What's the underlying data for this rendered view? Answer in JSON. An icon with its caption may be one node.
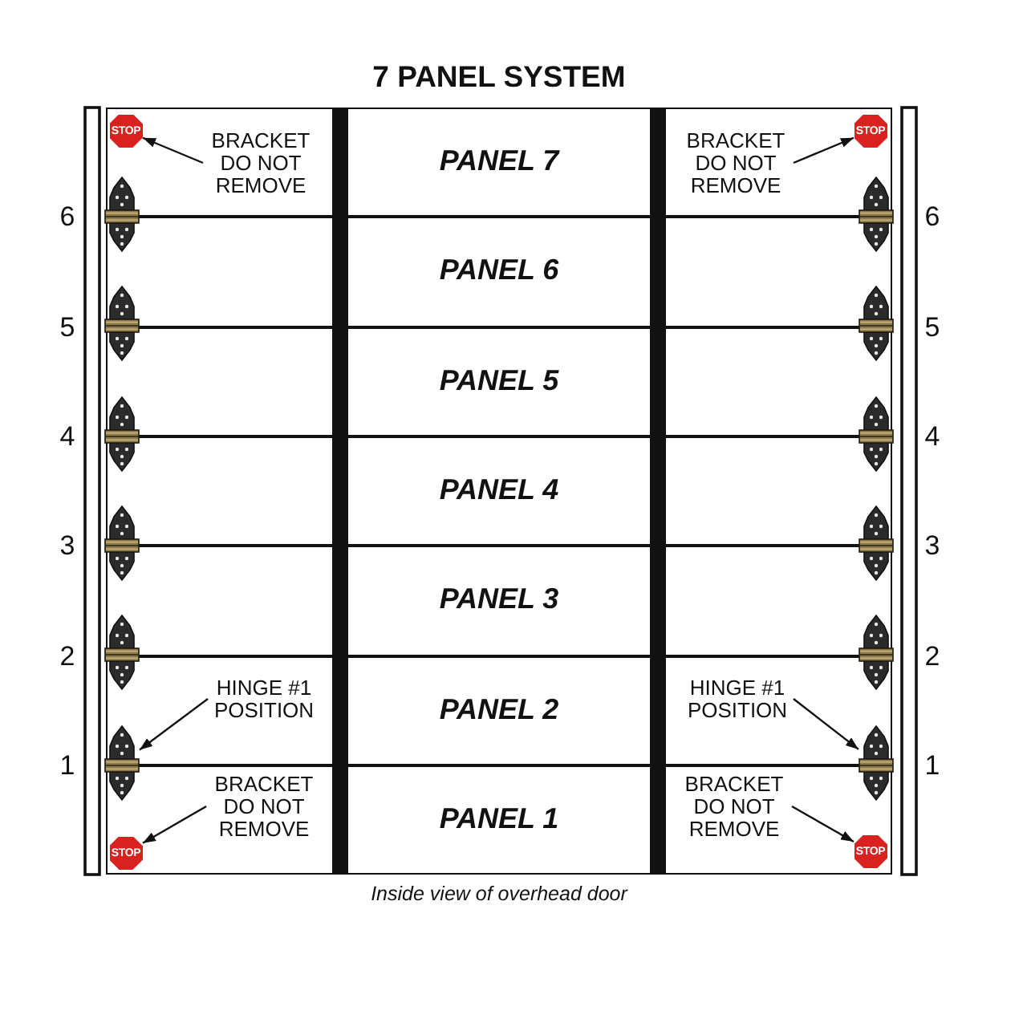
{
  "diagram": {
    "title": "7 PANEL SYSTEM",
    "caption": "Inside view of overhead door",
    "nodes": [
      {
        "text": [
          "PANEL 7"
        ]
      },
      {
        "text": [
          "STOP"
        ],
        "in": 0
      },
      {
        "text": [
          "BRACKET DO NOT REMOVE"
        ],
        "in": 0
      },
      {
        "text": [
          "BRACKET DO NOT REMOVE"
        ],
        "in": 0
      },
      {
        "text": [
          "STOP"
        ],
        "in": 0
      },
      {
        "text": [
          "PANEL 6"
        ]
      },
      {
        "text": [
          "PANEL 5"
        ]
      },
      {
        "text": [
          "PANEL 4"
        ]
      },
      {
        "text": [
          "PANEL 3"
        ]
      },
      {
        "text": [
          "PANEL 2"
        ]
      },
      {
        "text": [
          "HINGE #1 POSITION"
        ],
        "in": 9
      },
      {
        "text": [
          "HINGE #1 POSITION"
        ],
        "in": 9
      },
      {
        "text": [],
        "shape": "picture"
      },
      {
        "text": [],
        "shape": "picture"
      },
      {
        "text": [
          "PANEL 1"
        ]
      },
      {
        "text": [
          "BRACKET DO NOT REMOVE"
        ],
        "in": 14
      },
      {
        "text": [
          "BRACKET DO NOT REMOVE"
        ],
        "in": 14
      },
      {
        "text": [
          "STOP"
        ],
        "in": 14
      },
      {
        "text": [
          "STOP"
        ],
        "in": 14
      }
    ],
    "edges": [
      {
        "from": 2,
        "to": 1,
        "arrow": "to"
      },
      {
        "from": 3,
        "to": 4,
        "arrow": "to"
      },
      {
        "from": 10,
        "to": 12,
        "arrow": "to"
      },
      {
        "from": 11,
        "to": 13,
        "arrow": "to"
      },
      {
        "from": 15,
        "to": 17,
        "arrow": "to"
      },
      {
        "from": 16,
        "to": 18,
        "arrow": "to"
      }
    ],
    "labels": [
      "6",
      "6",
      "5",
      "5",
      "4",
      "4",
      "3",
      "3",
      "2",
      "2",
      "1",
      "1"
    ]
  }
}
